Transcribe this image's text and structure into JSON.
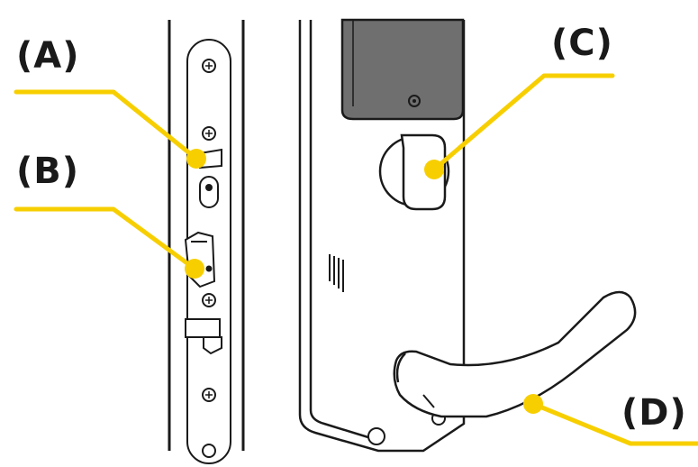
{
  "callouts": {
    "a": {
      "label": "(A)"
    },
    "b": {
      "label": "(B)"
    },
    "c": {
      "label": "(C)"
    },
    "d": {
      "label": "(D)"
    }
  },
  "colors": {
    "leader": "#f7cf00",
    "outline": "#1a1a1a",
    "device_panel": "#6f6f6f",
    "background": "#ffffff"
  }
}
